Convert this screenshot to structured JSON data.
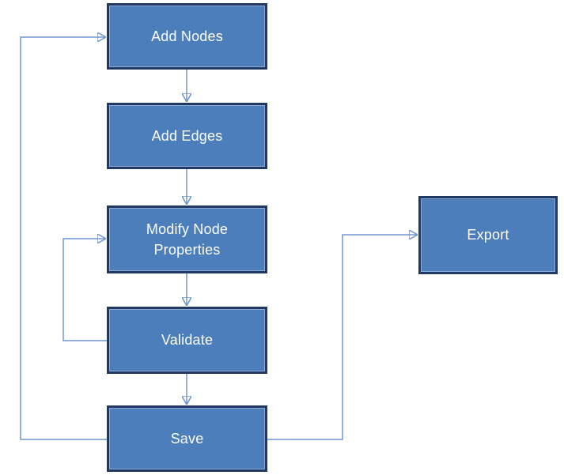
{
  "diagram": {
    "type": "flowchart",
    "colors": {
      "node_fill": "#4d7ebc",
      "node_border": "#203864",
      "connector": "#6e96cf",
      "arrowhead": "#3e6db5",
      "node_text": "#ffffff",
      "background": "#ffffff"
    },
    "nodes": [
      {
        "id": "add-nodes",
        "label": "Add Nodes"
      },
      {
        "id": "add-edges",
        "label": "Add Edges"
      },
      {
        "id": "modify-node-properties",
        "label": "Modify Node\nProperties"
      },
      {
        "id": "validate",
        "label": "Validate"
      },
      {
        "id": "save",
        "label": "Save"
      },
      {
        "id": "export",
        "label": "Export"
      }
    ],
    "edges": [
      {
        "from": "add-nodes",
        "to": "add-edges"
      },
      {
        "from": "add-edges",
        "to": "modify-node-properties"
      },
      {
        "from": "modify-node-properties",
        "to": "validate"
      },
      {
        "from": "validate",
        "to": "modify-node-properties"
      },
      {
        "from": "validate",
        "to": "save"
      },
      {
        "from": "save",
        "to": "add-nodes"
      },
      {
        "from": "save",
        "to": "export"
      }
    ]
  }
}
